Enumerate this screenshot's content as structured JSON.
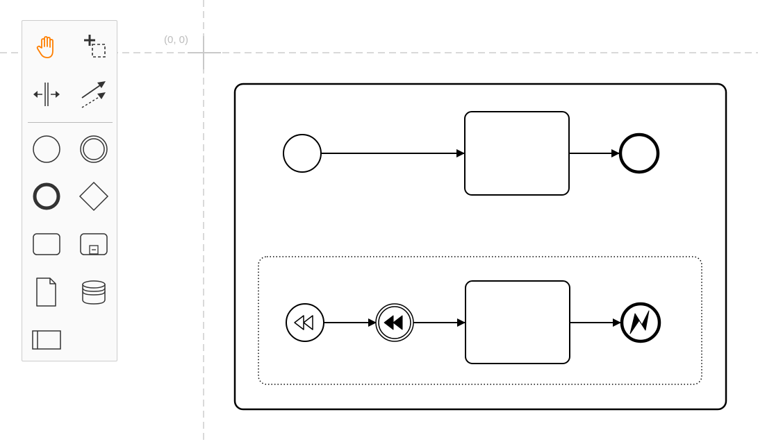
{
  "canvas": {
    "origin_label": "(0, 0)"
  },
  "palette": {
    "tools": [
      {
        "name": "hand-tool",
        "icon": "hand-icon",
        "active": true
      },
      {
        "name": "lasso-tool",
        "icon": "lasso-icon"
      },
      {
        "name": "space-tool",
        "icon": "space-icon"
      },
      {
        "name": "global-connect-tool",
        "icon": "connect-icon"
      }
    ],
    "elements": [
      {
        "name": "start-event",
        "icon": "start-event-icon"
      },
      {
        "name": "intermediate-event",
        "icon": "intermediate-event-icon"
      },
      {
        "name": "end-event",
        "icon": "end-event-icon"
      },
      {
        "name": "gateway",
        "icon": "gateway-icon"
      },
      {
        "name": "task",
        "icon": "task-icon"
      },
      {
        "name": "subprocess",
        "icon": "subprocess-icon"
      },
      {
        "name": "data-object",
        "icon": "data-object-icon"
      },
      {
        "name": "data-store",
        "icon": "data-store-icon"
      },
      {
        "name": "participant",
        "icon": "participant-icon"
      }
    ],
    "colors": {
      "active": "#ff7f00",
      "icon": "#333333"
    }
  },
  "diagram": {
    "colors": {
      "stroke": "#000000",
      "fill": "#ffffff",
      "grid": "#d9d9d9"
    }
  }
}
